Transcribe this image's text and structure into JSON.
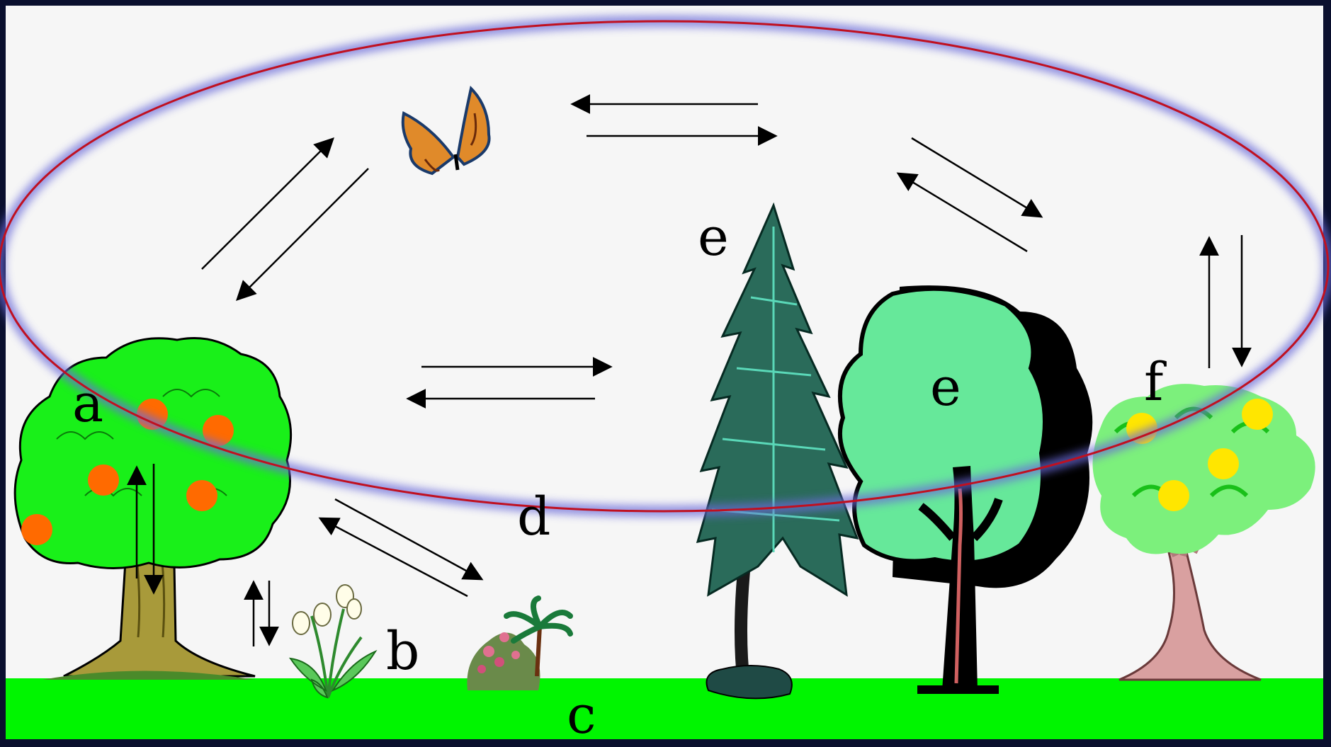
{
  "labels": {
    "a": "a",
    "b": "b",
    "c": "c",
    "d": "d",
    "e_conifer": "e",
    "e_tree": "e",
    "f": "f"
  },
  "colors": {
    "frame": "#0a0f2e",
    "sky": "#f6f6f6",
    "ground": "#00f500",
    "ellipse_glow": "#6b6bd9",
    "ellipse_line": "#c01020",
    "orange_fruit": "#ff6a00",
    "yellow_fruit": "#ffe600",
    "leafy_green": "#19f019",
    "light_green": "#66e89a"
  },
  "icons": [
    "butterfly-icon",
    "orange-tree-icon",
    "flower-icon",
    "shrub-icon",
    "conifer-icon",
    "round-tree-icon",
    "lemon-tree-icon"
  ]
}
